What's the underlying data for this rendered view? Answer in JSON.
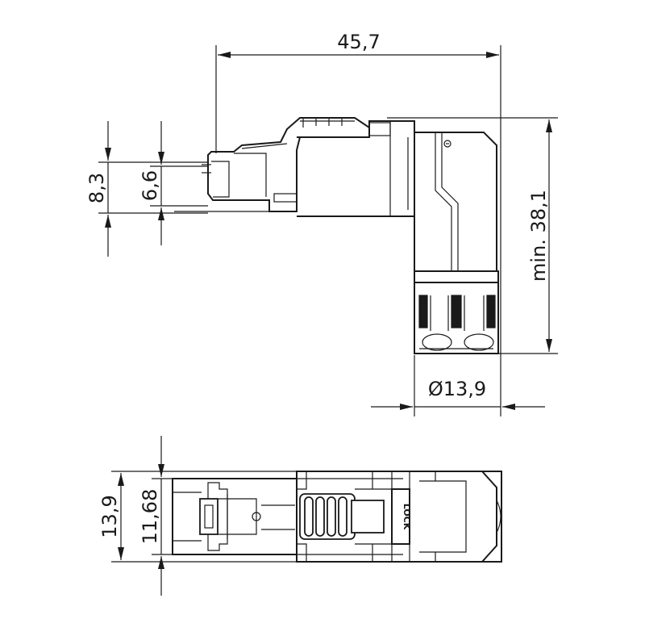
{
  "top_view": {
    "dim_width": "45,7",
    "dim_height": "min. 38,1",
    "dim_diameter": "Ø13,9",
    "dim_plug_outer": "8,3",
    "dim_plug_inner": "6,6"
  },
  "side_view": {
    "dim_outer": "13,9",
    "dim_inner": "11,68",
    "lock_label": "LOCK"
  }
}
